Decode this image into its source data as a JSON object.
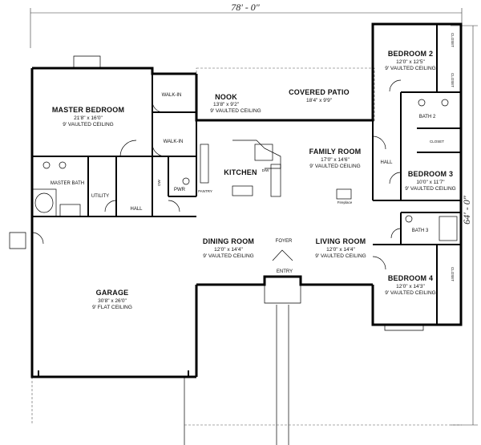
{
  "overall_dims": {
    "width": "78' - 0\"",
    "depth": "64' - 0\""
  },
  "rooms": {
    "master_bedroom": {
      "name": "MASTER BEDROOM",
      "size": "21'8\" x 16'0\"",
      "ceiling": "9' VAULTED CEILING"
    },
    "walk_in_1": {
      "name": "WALK-IN"
    },
    "walk_in_2": {
      "name": "WALK-IN"
    },
    "master_bath": {
      "name": "MASTER BATH"
    },
    "utility": {
      "name": "UTILITY"
    },
    "hall_left": {
      "name": "HALL"
    },
    "dw": {
      "name": "DW"
    },
    "pwr": {
      "name": "PWR"
    },
    "pantry": {
      "name": "PANTRY"
    },
    "kitchen": {
      "name": "KITCHEN",
      "note": "D/W"
    },
    "nook": {
      "name": "NOOK",
      "size": "13'8\" x 9'2\"",
      "ceiling": "9' VAULTED CEILING"
    },
    "covered_patio": {
      "name": "COVERED PATIO",
      "size": "18'4\" x 9'9\""
    },
    "family_room": {
      "name": "FAMILY ROOM",
      "size": "17'0\" x 14'6\"",
      "ceiling": "9' VAULTED CEILING"
    },
    "fireplace": {
      "name": "Fireplace"
    },
    "bedroom_2": {
      "name": "BEDROOM 2",
      "size": "12'0\" x 12'5\"",
      "ceiling": "9' VAULTED CEILING"
    },
    "closet_a": {
      "name": "CLOSET"
    },
    "closet_b": {
      "name": "CLOSET"
    },
    "bath_2": {
      "name": "BATH 2"
    },
    "closet_c": {
      "name": "CLOSET"
    },
    "hall_right": {
      "name": "HALL"
    },
    "bedroom_3": {
      "name": "BEDROOM 3",
      "size": "10'0\" x 11'7\"",
      "ceiling": "9' VAULTED CEILING"
    },
    "bath_3": {
      "name": "BATH 3"
    },
    "bedroom_4": {
      "name": "BEDROOM 4",
      "size": "12'0\" x 14'3\"",
      "ceiling": "9' VAULTED CEILING"
    },
    "closet_d": {
      "name": "CLOSET"
    },
    "dining_room": {
      "name": "DINING ROOM",
      "size": "12'0\" x 14'4\"",
      "ceiling": "9' VAULTED CEILING"
    },
    "foyer": {
      "name": "FOYER"
    },
    "entry": {
      "name": "ENTRY"
    },
    "living_room": {
      "name": "LIVING ROOM",
      "size": "12'0\" x 14'4\"",
      "ceiling": "9' VAULTED CEILING"
    },
    "garage": {
      "name": "GARAGE",
      "size": "30'8\" x 26'0\"",
      "ceiling": "9' FLAT CEILING"
    }
  }
}
